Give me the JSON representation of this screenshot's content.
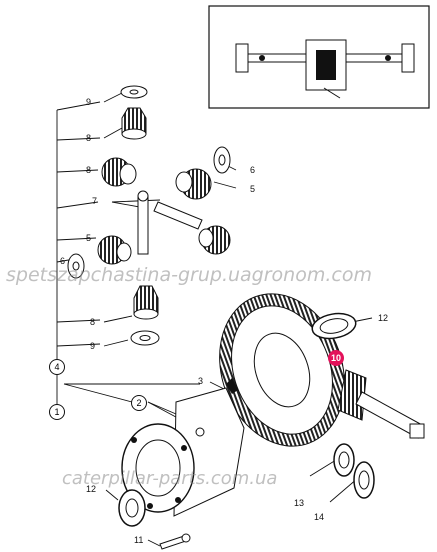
{
  "callouts": {
    "c9a": "9",
    "c8a": "8",
    "c8b": "8",
    "c6a": "6",
    "c5a": "5",
    "c7": "7",
    "c5b": "5",
    "c6b": "6",
    "c8c": "8",
    "c9b": "9",
    "c4": "4",
    "c1": "1",
    "c3": "3",
    "c2": "2",
    "c12a": "12",
    "c10": "10",
    "c12b": "12",
    "c13": "13",
    "c14": "14",
    "c11": "11"
  },
  "watermarks": {
    "top": "spetszapchastina-grup.uagronom.com",
    "bottom": "caterpillar-parts.com.ua"
  },
  "colors": {
    "ink": "#111111",
    "highlight": "#e3125a",
    "watermark": "#8c8c8c"
  }
}
